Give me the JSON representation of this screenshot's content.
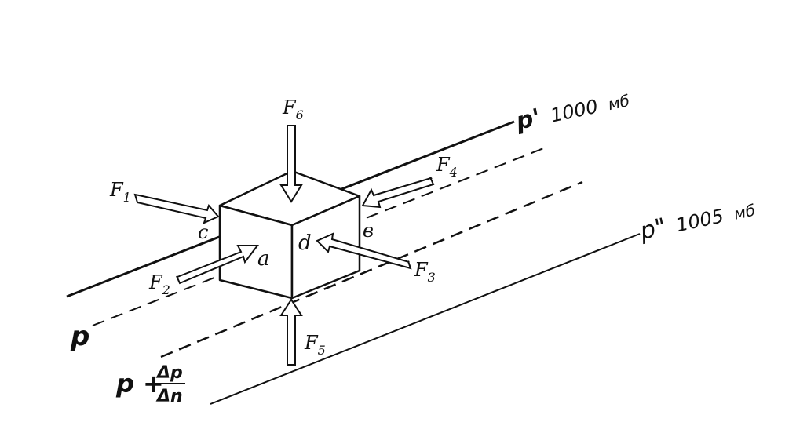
{
  "isobars": {
    "upper": {
      "symbol": "p'",
      "value": "1000",
      "unit": "мб"
    },
    "lower": {
      "symbol": "p\"",
      "value": "1005",
      "unit": "мб"
    },
    "middle": {
      "symbol": "p"
    },
    "gradient": {
      "left": "p +",
      "numerator": "Δp",
      "denominator": "Δn"
    }
  },
  "forces": {
    "f1": {
      "letter": "F",
      "sub": "1"
    },
    "f2": {
      "letter": "F",
      "sub": "2"
    },
    "f3": {
      "letter": "F",
      "sub": "3"
    },
    "f4": {
      "letter": "F",
      "sub": "4"
    },
    "f5": {
      "letter": "F",
      "sub": "5"
    },
    "f6": {
      "letter": "F",
      "sub": "6"
    }
  },
  "faces": {
    "a": "a",
    "b": "в",
    "c": "c",
    "d": "d"
  }
}
